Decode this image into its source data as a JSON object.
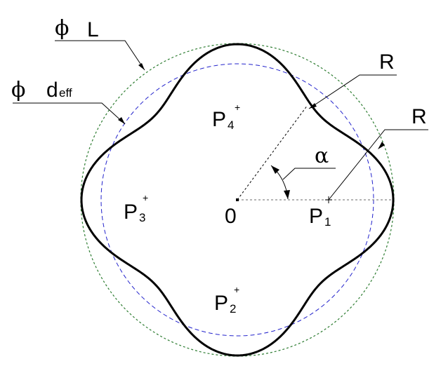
{
  "labels": {
    "diameter_symbol": "ϕ",
    "L": "L",
    "d": "d",
    "d_sub": "eff",
    "R": "R",
    "alpha": "α",
    "origin": "0",
    "P": "P",
    "p1_sub": "1",
    "p2_sub": "2",
    "p3_sub": "3",
    "p4_sub": "4",
    "plus": "+"
  },
  "colors": {
    "profile": "#000000",
    "outer_circle": "#2e7d32",
    "effective_circle": "#2222cc",
    "construction": "#000000",
    "axis": "#888888"
  }
}
